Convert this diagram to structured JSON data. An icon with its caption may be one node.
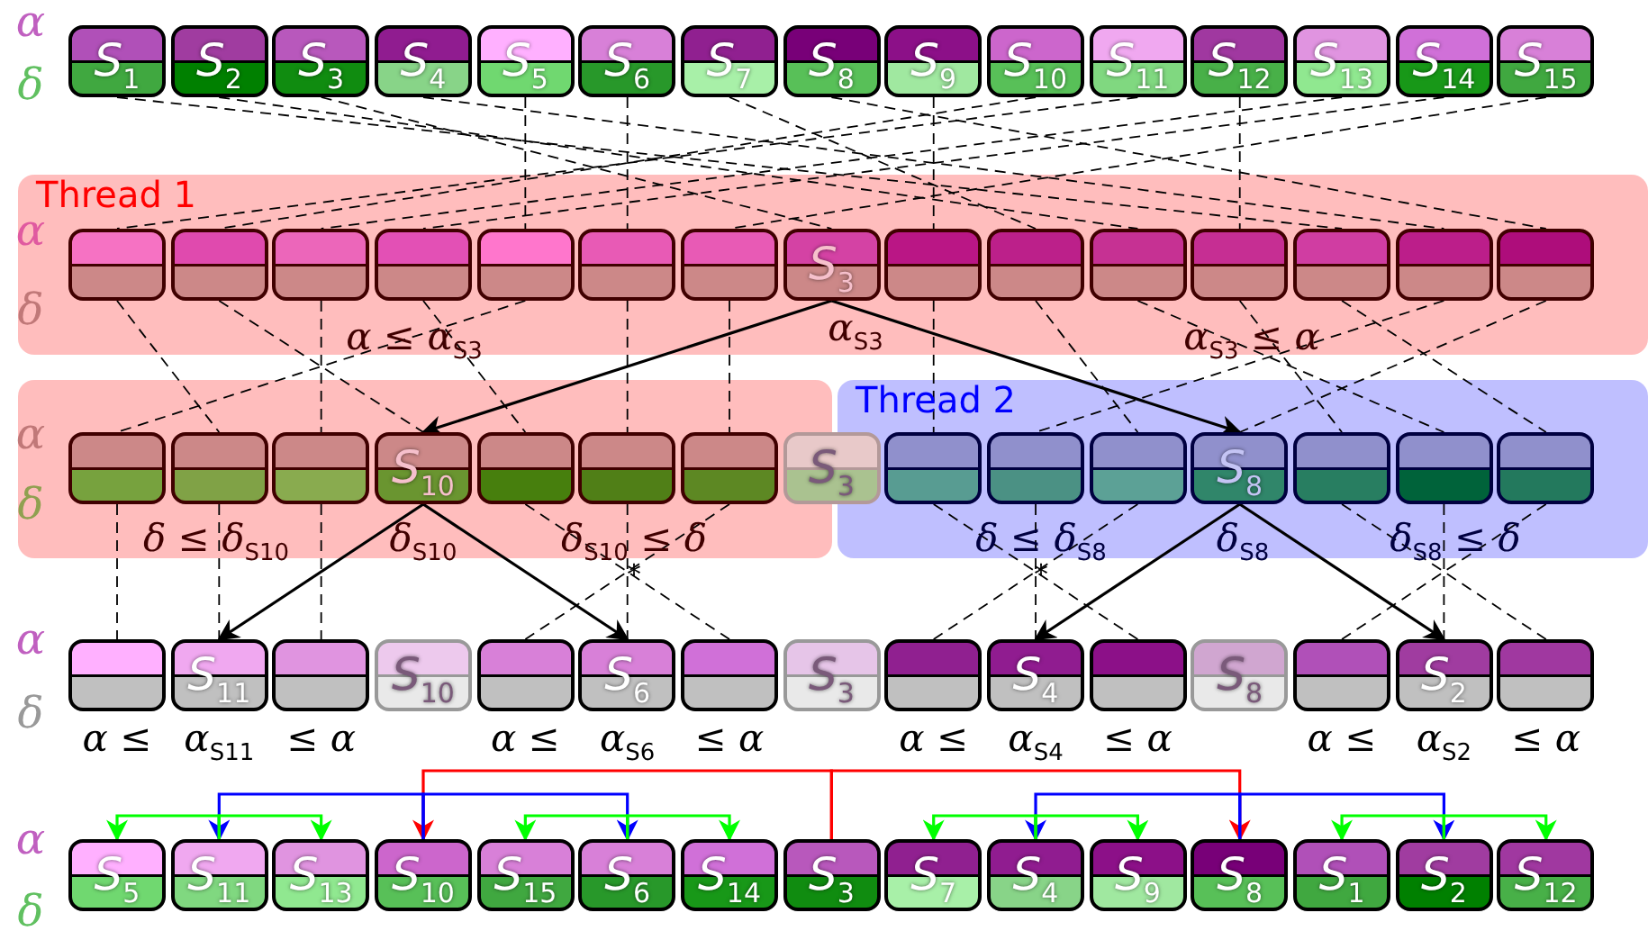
{
  "diagram": {
    "nodes": [
      {
        "text": [
          "*S*$_{1}$"
        ]
      },
      {
        "text": [
          "*S*$_{2}$"
        ]
      },
      {
        "text": [
          "*S*$_{3}$"
        ]
      },
      {
        "text": [
          "*S*$_{4}$"
        ]
      },
      {
        "text": [
          "*S*$_{5}$"
        ]
      },
      {
        "text": [
          "*S*$_{6}$"
        ]
      },
      {
        "text": [
          "*S*$_{7}$"
        ]
      },
      {
        "text": [
          "*S*$_{8}$"
        ]
      },
      {
        "text": [
          "*S*$_{9}$"
        ]
      },
      {
        "text": [
          "*S*$_{10}$"
        ]
      },
      {
        "text": [
          "*S*$_{11}$"
        ]
      },
      {
        "text": [
          "*S*$_{12}$"
        ]
      },
      {
        "text": [
          "*S*$_{13}$"
        ]
      },
      {
        "text": [
          "*S*$_{14}$"
        ]
      },
      {
        "text": [
          "*S*$_{15}$"
        ]
      },
      {
        "text": [
          "Thread 1"
        ]
      },
      {
        "text": [],
        "shape": "box",
        "in": 15
      },
      {
        "text": [],
        "shape": "box",
        "in": 15
      },
      {
        "text": [],
        "shape": "box",
        "in": 15
      },
      {
        "text": [],
        "shape": "box",
        "in": 15
      },
      {
        "text": [],
        "shape": "box",
        "in": 15
      },
      {
        "text": [],
        "shape": "box",
        "in": 15
      },
      {
        "text": [],
        "shape": "box",
        "in": 15
      },
      {
        "text": [
          "*S*$_{3}$"
        ],
        "in": 15
      },
      {
        "text": [],
        "shape": "box",
        "in": 15
      },
      {
        "text": [],
        "shape": "box",
        "in": 15
      },
      {
        "text": [],
        "shape": "box",
        "in": 15
      },
      {
        "text": [],
        "shape": "box",
        "in": 15
      },
      {
        "text": [],
        "shape": "box",
        "in": 15
      },
      {
        "text": [],
        "shape": "box",
        "in": 15
      },
      {
        "text": [],
        "shape": "box",
        "in": 15
      },
      {
        "text": [],
        "shape": "box"
      },
      {
        "text": [],
        "shape": "box",
        "in": 31
      },
      {
        "text": [],
        "shape": "box",
        "in": 31
      },
      {
        "text": [],
        "shape": "box",
        "in": 31
      },
      {
        "text": [
          "*S*$_{10}$"
        ],
        "in": 31
      },
      {
        "text": [],
        "shape": "box",
        "in": 31
      },
      {
        "text": [],
        "shape": "box",
        "in": 31
      },
      {
        "text": [],
        "shape": "box",
        "in": 31
      },
      {
        "text": [
          "*S*$_{3}$"
        ]
      },
      {
        "text": [
          "Thread 2"
        ]
      },
      {
        "text": [],
        "shape": "box",
        "in": 40
      },
      {
        "text": [],
        "shape": "box",
        "in": 40
      },
      {
        "text": [],
        "shape": "box",
        "in": 40
      },
      {
        "text": [
          "*S*$_{8}$"
        ],
        "in": 40
      },
      {
        "text": [],
        "shape": "box",
        "in": 40
      },
      {
        "text": [],
        "shape": "box",
        "in": 40
      },
      {
        "text": [],
        "shape": "box",
        "in": 40
      },
      {
        "text": [],
        "shape": "box"
      },
      {
        "text": [
          "*S*$_{11}$"
        ]
      },
      {
        "text": [],
        "shape": "box"
      },
      {
        "text": [
          "*S*$_{10}$"
        ]
      },
      {
        "text": [],
        "shape": "box"
      },
      {
        "text": [
          "*S*$_{6}$"
        ]
      },
      {
        "text": [],
        "shape": "box"
      },
      {
        "text": [
          "*S*$_{3}$"
        ]
      },
      {
        "text": [],
        "shape": "box"
      },
      {
        "text": [
          "*S*$_{4}$"
        ]
      },
      {
        "text": [],
        "shape": "box"
      },
      {
        "text": [
          "*S*$_{8}$"
        ]
      },
      {
        "text": [],
        "shape": "box"
      },
      {
        "text": [
          "*S*$_{2}$"
        ]
      },
      {
        "text": [],
        "shape": "box"
      },
      {
        "text": [
          "*S*$_{5}$"
        ]
      },
      {
        "text": [
          "*S*$_{11}$"
        ]
      },
      {
        "text": [
          "*S*$_{13}$"
        ]
      },
      {
        "text": [
          "*S*$_{10}$"
        ]
      },
      {
        "text": [
          "*S*$_{15}$"
        ]
      },
      {
        "text": [
          "*S*$_{6}$"
        ]
      },
      {
        "text": [
          "*S*$_{14}$"
        ]
      },
      {
        "text": [
          "*S*$_{3}$"
        ]
      },
      {
        "text": [
          "*S*$_{7}$"
        ]
      },
      {
        "text": [
          "*S*$_{4}$"
        ]
      },
      {
        "text": [
          "*S*$_{9}$"
        ]
      },
      {
        "text": [
          "*S*$_{8}$"
        ]
      },
      {
        "text": [
          "*S*$_{1}$"
        ]
      },
      {
        "text": [
          "*S*$_{2}$"
        ]
      },
      {
        "text": [
          "*S*$_{12}$"
        ]
      }
    ],
    "edges": [
      {
        "from": 0,
        "to": 28,
        "arrow": "none",
        "style": "dashed"
      },
      {
        "from": 1,
        "to": 26,
        "arrow": "none",
        "style": "dashed"
      },
      {
        "from": 2,
        "to": 23,
        "arrow": "none",
        "style": "dashed"
      },
      {
        "from": 3,
        "to": 29,
        "arrow": "none",
        "style": "dashed"
      },
      {
        "from": 4,
        "to": 20,
        "arrow": "none",
        "style": "dashed"
      },
      {
        "from": 5,
        "to": 21,
        "arrow": "none",
        "style": "dashed"
      },
      {
        "from": 6,
        "to": 25,
        "arrow": "none",
        "style": "dashed"
      },
      {
        "from": 7,
        "to": 30,
        "arrow": "none",
        "style": "dashed"
      },
      {
        "from": 8,
        "to": 24,
        "arrow": "none",
        "style": "dashed"
      },
      {
        "from": 9,
        "to": 17,
        "arrow": "none",
        "style": "dashed"
      },
      {
        "from": 10,
        "to": 16,
        "arrow": "none",
        "style": "dashed"
      },
      {
        "from": 11,
        "to": 27,
        "arrow": "none",
        "style": "dashed"
      },
      {
        "from": 12,
        "to": 18,
        "arrow": "none",
        "style": "dashed"
      },
      {
        "from": 13,
        "to": 19,
        "arrow": "none",
        "style": "dashed"
      },
      {
        "from": 14,
        "to": 22,
        "arrow": "none",
        "style": "dashed"
      },
      {
        "from": 16,
        "to": 33,
        "arrow": "none",
        "style": "dashed"
      },
      {
        "from": 17,
        "to": 35,
        "arrow": "none",
        "style": "dashed"
      },
      {
        "from": 18,
        "to": 34,
        "arrow": "none",
        "style": "dashed"
      },
      {
        "from": 19,
        "to": 36,
        "arrow": "none",
        "style": "dashed"
      },
      {
        "from": 20,
        "to": 32,
        "arrow": "none",
        "style": "dashed"
      },
      {
        "from": 21,
        "to": 37,
        "arrow": "none",
        "style": "dashed"
      },
      {
        "from": 22,
        "to": 38,
        "arrow": "none",
        "style": "dashed"
      },
      {
        "from": 24,
        "to": 41,
        "arrow": "none",
        "style": "dashed"
      },
      {
        "from": 25,
        "to": 43,
        "arrow": "none",
        "style": "dashed"
      },
      {
        "from": 26,
        "to": 46,
        "arrow": "none",
        "style": "dashed"
      },
      {
        "from": 27,
        "to": 45,
        "arrow": "none",
        "style": "dashed"
      },
      {
        "from": 28,
        "to": 47,
        "arrow": "none",
        "style": "dashed"
      },
      {
        "from": 29,
        "to": 42,
        "arrow": "none",
        "style": "dashed"
      },
      {
        "from": 30,
        "to": 44,
        "arrow": "none",
        "style": "dashed"
      },
      {
        "from": 32,
        "to": 48,
        "arrow": "none",
        "style": "dashed"
      },
      {
        "from": 33,
        "to": 49,
        "arrow": "none",
        "style": "dashed"
      },
      {
        "from": 34,
        "to": 50,
        "arrow": "none",
        "style": "dashed"
      },
      {
        "from": 36,
        "to": 54,
        "arrow": "none",
        "style": "dashed"
      },
      {
        "from": 37,
        "to": 53,
        "arrow": "none",
        "style": "dashed"
      },
      {
        "from": 38,
        "to": 52,
        "arrow": "none",
        "style": "dashed"
      },
      {
        "from": 41,
        "to": 58,
        "arrow": "none",
        "style": "dashed"
      },
      {
        "from": 42,
        "to": 57,
        "arrow": "none",
        "style": "dashed"
      },
      {
        "from": 43,
        "to": 56,
        "arrow": "none",
        "style": "dashed"
      },
      {
        "from": 45,
        "to": 62,
        "arrow": "none",
        "style": "dashed"
      },
      {
        "from": 46,
        "to": 61,
        "arrow": "none",
        "style": "dashed"
      },
      {
        "from": 47,
        "to": 60,
        "arrow": "none",
        "style": "dashed"
      },
      {
        "from": 23,
        "to": 35,
        "arrow": "to"
      },
      {
        "from": 23,
        "to": 44,
        "arrow": "to"
      },
      {
        "from": 35,
        "to": 49,
        "arrow": "to"
      },
      {
        "from": 35,
        "to": 53,
        "arrow": "to"
      },
      {
        "from": 44,
        "to": 57,
        "arrow": "to"
      },
      {
        "from": 44,
        "to": 61,
        "arrow": "to"
      },
      {
        "from": 70,
        "to": 66,
        "arrow": "to",
        "color": "#ff0000"
      },
      {
        "from": 70,
        "to": 74,
        "arrow": "to",
        "color": "#ff0000"
      },
      {
        "from": 66,
        "to": 64,
        "arrow": "to",
        "color": "#0000ff"
      },
      {
        "from": 66,
        "to": 68,
        "arrow": "to",
        "color": "#0000ff"
      },
      {
        "from": 74,
        "to": 72,
        "arrow": "to",
        "color": "#0000ff"
      },
      {
        "from": 74,
        "to": 76,
        "arrow": "to",
        "color": "#0000ff"
      },
      {
        "from": 64,
        "to": 63,
        "arrow": "to",
        "color": "#00ff00"
      },
      {
        "from": 64,
        "to": 65,
        "arrow": "to",
        "color": "#00ff00"
      },
      {
        "from": 68,
        "to": 67,
        "arrow": "to",
        "color": "#00ff00"
      },
      {
        "from": 68,
        "to": 69,
        "arrow": "to",
        "color": "#00ff00"
      },
      {
        "from": 72,
        "to": 71,
        "arrow": "to",
        "color": "#00ff00"
      },
      {
        "from": 72,
        "to": 73,
        "arrow": "to",
        "color": "#00ff00"
      },
      {
        "from": 76,
        "to": 75,
        "arrow": "to",
        "color": "#00ff00"
      },
      {
        "from": 76,
        "to": 77,
        "arrow": "to",
        "color": "#00ff00"
      }
    ],
    "labels": [
      "α",
      "δ",
      "α",
      "δ",
      "α ≤ α$_{S3}$",
      "α$_{S3}$",
      "α$_{S3}$ ≤ α",
      "α",
      "δ",
      "δ ≤ δ$_{S10}$",
      "δ$_{S10}$",
      "δ$_{S10}$ ≤ δ",
      "δ ≤ δ$_{S8}$",
      "δ$_{S8}$",
      "δ$_{S8}$ ≤ δ",
      "*",
      "*",
      "α",
      "δ",
      "α ≤",
      "α$_{S11}$",
      "≤ α",
      "α ≤",
      "α$_{S6}$",
      "≤ α",
      "α ≤",
      "α$_{S4}$",
      "≤ α",
      "α ≤",
      "α$_{S2}$",
      "≤ α",
      "α",
      "δ"
    ]
  }
}
